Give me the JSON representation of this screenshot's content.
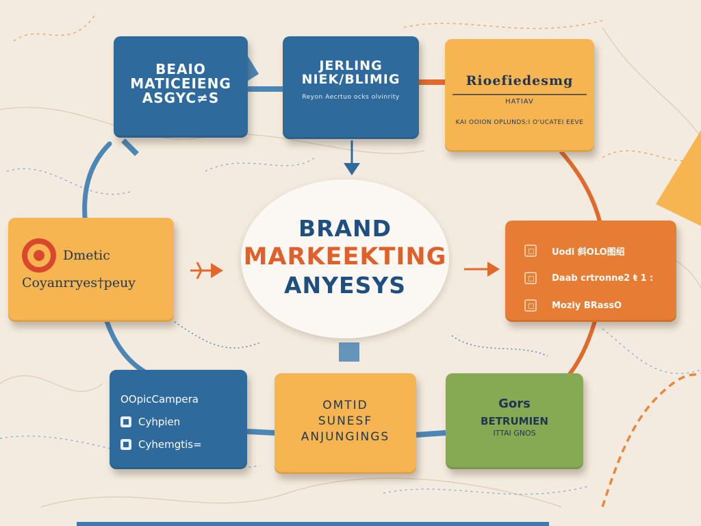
{
  "center": {
    "line1": "BRAND",
    "line2": "MARKEEKTING",
    "line3": "ANYESYS"
  },
  "cards": {
    "top_left": {
      "lines": [
        "BEAIO",
        "MATICEIENG",
        "ASGYC≠S"
      ]
    },
    "top_middle": {
      "lines": [
        "JERLING",
        "NIEK/BLIMIG"
      ],
      "caption": "Reyon Aecrtuo ocks olvinrity"
    },
    "top_right": {
      "title": "Rioefiedesmg",
      "subtitle": "HATIAV",
      "caption": "KAI OOION OPLUNDS:I O'UCATEI EEVE"
    },
    "middle_left": {
      "line1": "Dmetic",
      "line2": "Coyanrryes†peuy"
    },
    "middle_right": {
      "items": [
        "Uodi 斜OLO图绍",
        "Daab crtronne2 ŧ 1  :",
        "Moziy BRassO"
      ]
    },
    "bottom_left": {
      "lines": [
        "OOpicCampera",
        "Cyhpien",
        "Cyhemgtis="
      ]
    },
    "bottom_middle": {
      "lines": [
        "OMTID",
        "SUNESF",
        "ANJUNGINGS"
      ]
    },
    "bottom_right": {
      "line1": "Gors",
      "line2": "BETRUMIEN",
      "line3": "ITTAI GNOS"
    }
  },
  "colors": {
    "background": "#f3ebdf",
    "blue": "#2f6a9c",
    "yellow": "#f7b552",
    "orange": "#e77d35",
    "green": "#86a953",
    "navy_text": "#1f4f7f",
    "accent_orange_text": "#e0602b"
  },
  "icons": {
    "middle_left": "target-icon",
    "middle_right": "clipboard-icon",
    "bottom_left": "checkbox-icon"
  }
}
